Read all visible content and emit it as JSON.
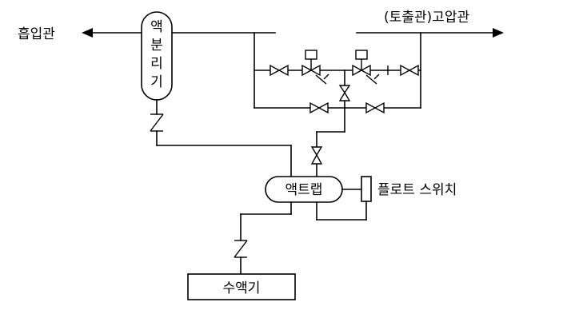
{
  "labels": {
    "suction_pipe": "흡입관",
    "discharge_pipe": "(토출관)고압관",
    "separator_chars": [
      "액",
      "분",
      "리",
      "기"
    ],
    "liquid_trap": "액트랩",
    "float_switch": "플로트 스위치",
    "receiver": "수액기"
  }
}
